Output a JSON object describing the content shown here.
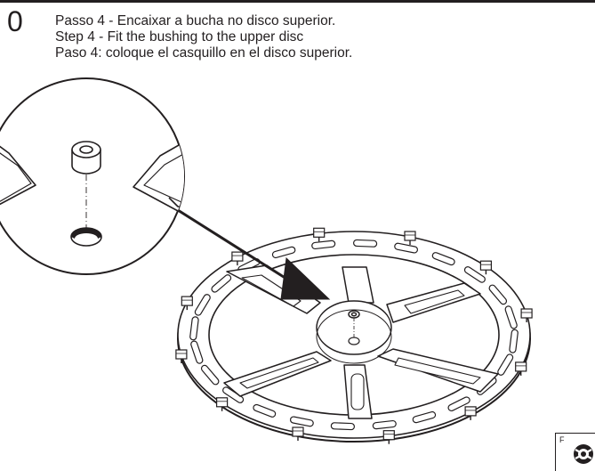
{
  "step": {
    "number": "0",
    "lines": [
      "Passo 4 - Encaixar a bucha no disco superior.",
      "Step 4 - Fit the bushing to the upper disc",
      "Paso 4: coloque el casquillo en el disco superior."
    ]
  },
  "corner_tab": {
    "label": "F",
    "icon": "gear-logo-icon"
  },
  "colors": {
    "ink": "#231f20",
    "paper": "#ffffff"
  }
}
